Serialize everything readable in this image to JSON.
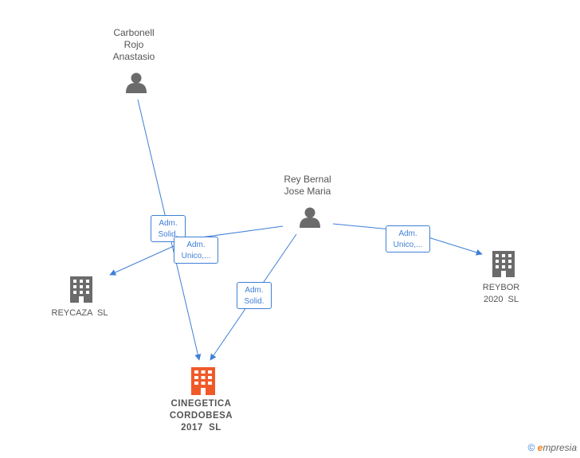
{
  "nodes": {
    "carbonell": {
      "label_lines": [
        "Carbonell",
        "Rojo",
        "Anastasio"
      ],
      "icon": "person-icon"
    },
    "rey_bernal": {
      "label_lines": [
        "Rey Bernal",
        "Jose Maria"
      ],
      "icon": "person-icon"
    },
    "reycaza": {
      "label_lines": [
        "REYCAZA  SL"
      ],
      "icon": "building-icon"
    },
    "reybor": {
      "label_lines": [
        "REYBOR",
        "2020  SL"
      ],
      "icon": "building-icon"
    },
    "cinegetica": {
      "label_lines": [
        "CINEGETICA",
        "CORDOBESA",
        "2017  SL"
      ],
      "icon": "building-icon"
    }
  },
  "edges": {
    "carbonell_to_cinegetica": {
      "label_lines": [
        "Adm.",
        "Solid."
      ]
    },
    "rey_to_reycaza": {
      "label_lines": [
        "Adm.",
        "Unico,..."
      ]
    },
    "rey_to_cinegetica": {
      "label_lines": [
        "Adm.",
        "Solid."
      ]
    },
    "rey_to_reybor": {
      "label_lines": [
        "Adm.",
        "Unico,..."
      ]
    }
  },
  "colors": {
    "edge": "#3f7fd6",
    "person": "#6b6b6b",
    "building": "#6b6b6b",
    "target_building": "#f05a28"
  },
  "footer": {
    "copyright": "©",
    "brand_initial": "e",
    "brand_rest": "mpresia"
  }
}
